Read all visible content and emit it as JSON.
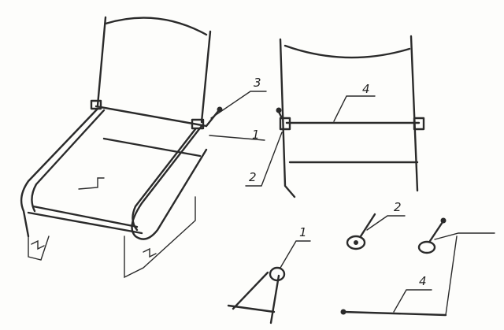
{
  "labels": {
    "frame_callout_3": "3",
    "frame_callout_1": "1",
    "back_callout_4": "4",
    "back_callout_2": "2",
    "detail_callout_2": "2",
    "detail_callout_1": "1",
    "detail_callout_4": "4"
  }
}
